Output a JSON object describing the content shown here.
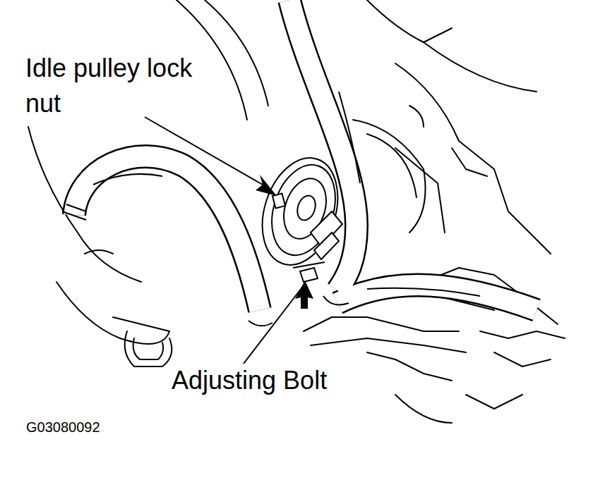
{
  "diagram": {
    "labels": [
      "Idle pulley lock nut",
      "Adjusting Bolt",
      "G03080092"
    ]
  }
}
